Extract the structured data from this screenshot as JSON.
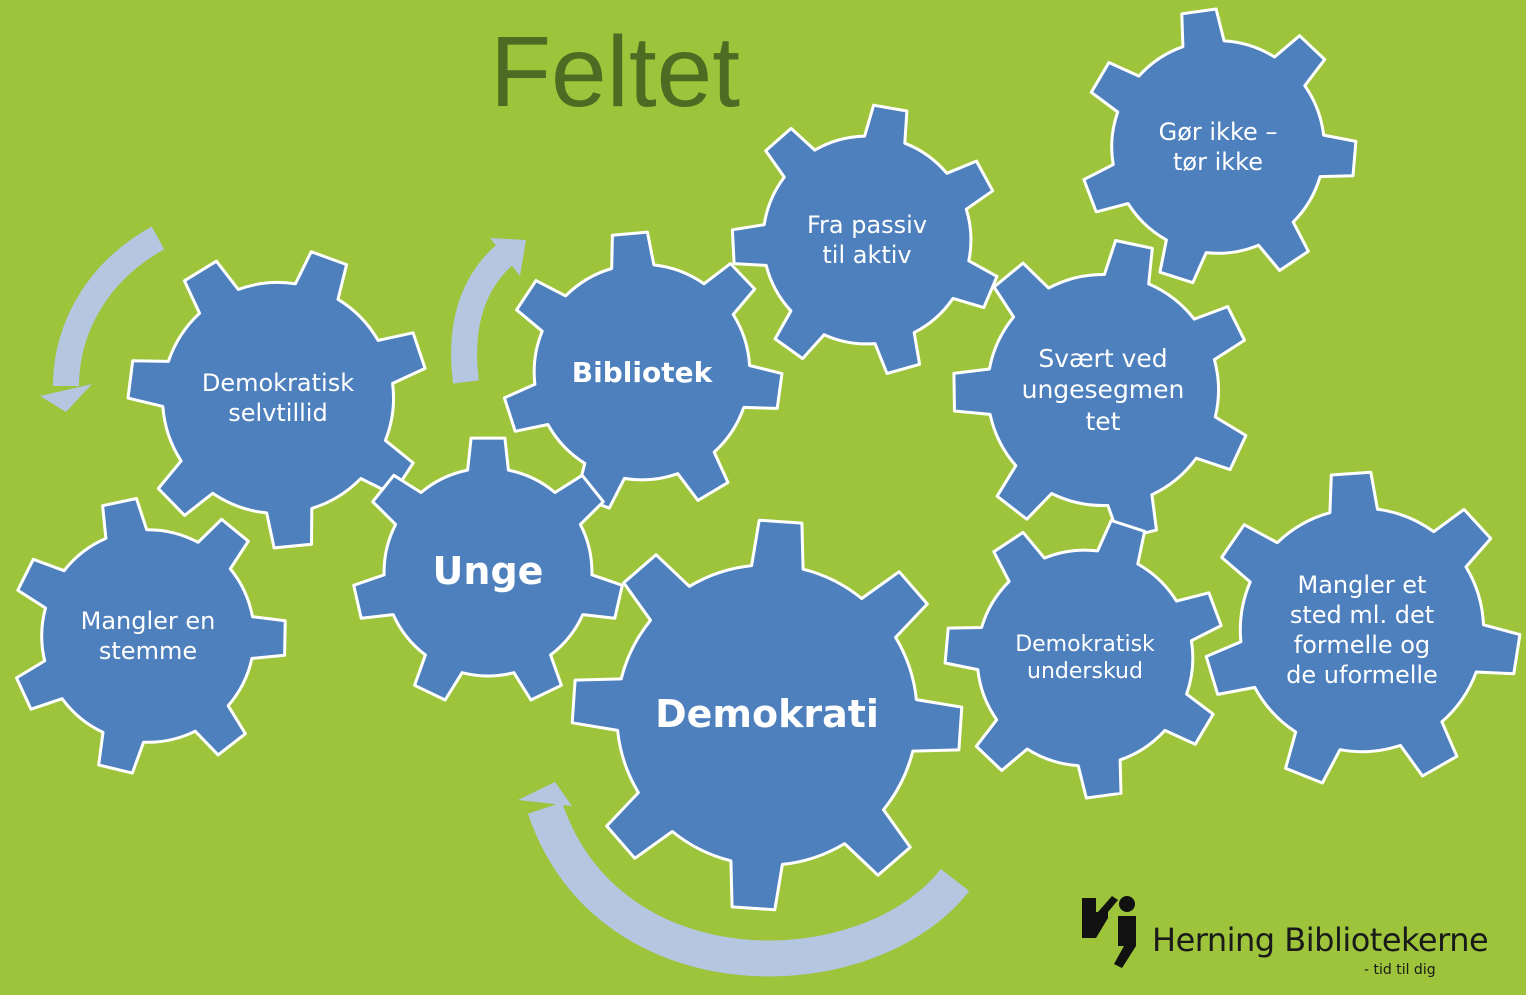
{
  "title": "Feltet",
  "colors": {
    "background": "#9dc43b",
    "gear": "#4e80bd",
    "gear_outline": "#ffffff",
    "arrow": "#b4c6e0",
    "title": "#4d6b22"
  },
  "gears": [
    {
      "id": "gor-ikke",
      "lines": [
        "Gør ikke –",
        "tør ikke"
      ],
      "bold": false
    },
    {
      "id": "fra-passiv",
      "lines": [
        "Fra passiv",
        "til aktiv"
      ],
      "bold": false
    },
    {
      "id": "bibliotek",
      "lines": [
        "Bibliotek"
      ],
      "bold": true
    },
    {
      "id": "svaert-ved",
      "lines": [
        "Svært ved",
        "ungesegmen",
        "tet"
      ],
      "bold": false
    },
    {
      "id": "demokratisk-selvtillid",
      "lines": [
        "Demokratisk",
        "selvtillid"
      ],
      "bold": false
    },
    {
      "id": "unge",
      "lines": [
        "Unge"
      ],
      "bold": true
    },
    {
      "id": "mangler-en-stemme",
      "lines": [
        "Mangler en",
        "stemme"
      ],
      "bold": false
    },
    {
      "id": "demokrati",
      "lines": [
        "Demokrati"
      ],
      "bold": true
    },
    {
      "id": "demokratisk-underskud",
      "lines": [
        "Demokratisk",
        "underskud"
      ],
      "bold": false
    },
    {
      "id": "mangler-et-sted",
      "lines": [
        "Mangler et",
        "sted ml. det",
        "formelle og",
        "de uformelle"
      ],
      "bold": false
    }
  ],
  "arrows": [
    {
      "id": "arrow-left",
      "icon": "curved-arrow-icon"
    },
    {
      "id": "arrow-middle",
      "icon": "curved-arrow-icon"
    },
    {
      "id": "arrow-bottom",
      "icon": "curved-arrow-icon"
    }
  ],
  "logo": {
    "name": "Herning Bibliotekerne",
    "tagline": "- tid til dig",
    "icon": "quote-mark-icon"
  }
}
